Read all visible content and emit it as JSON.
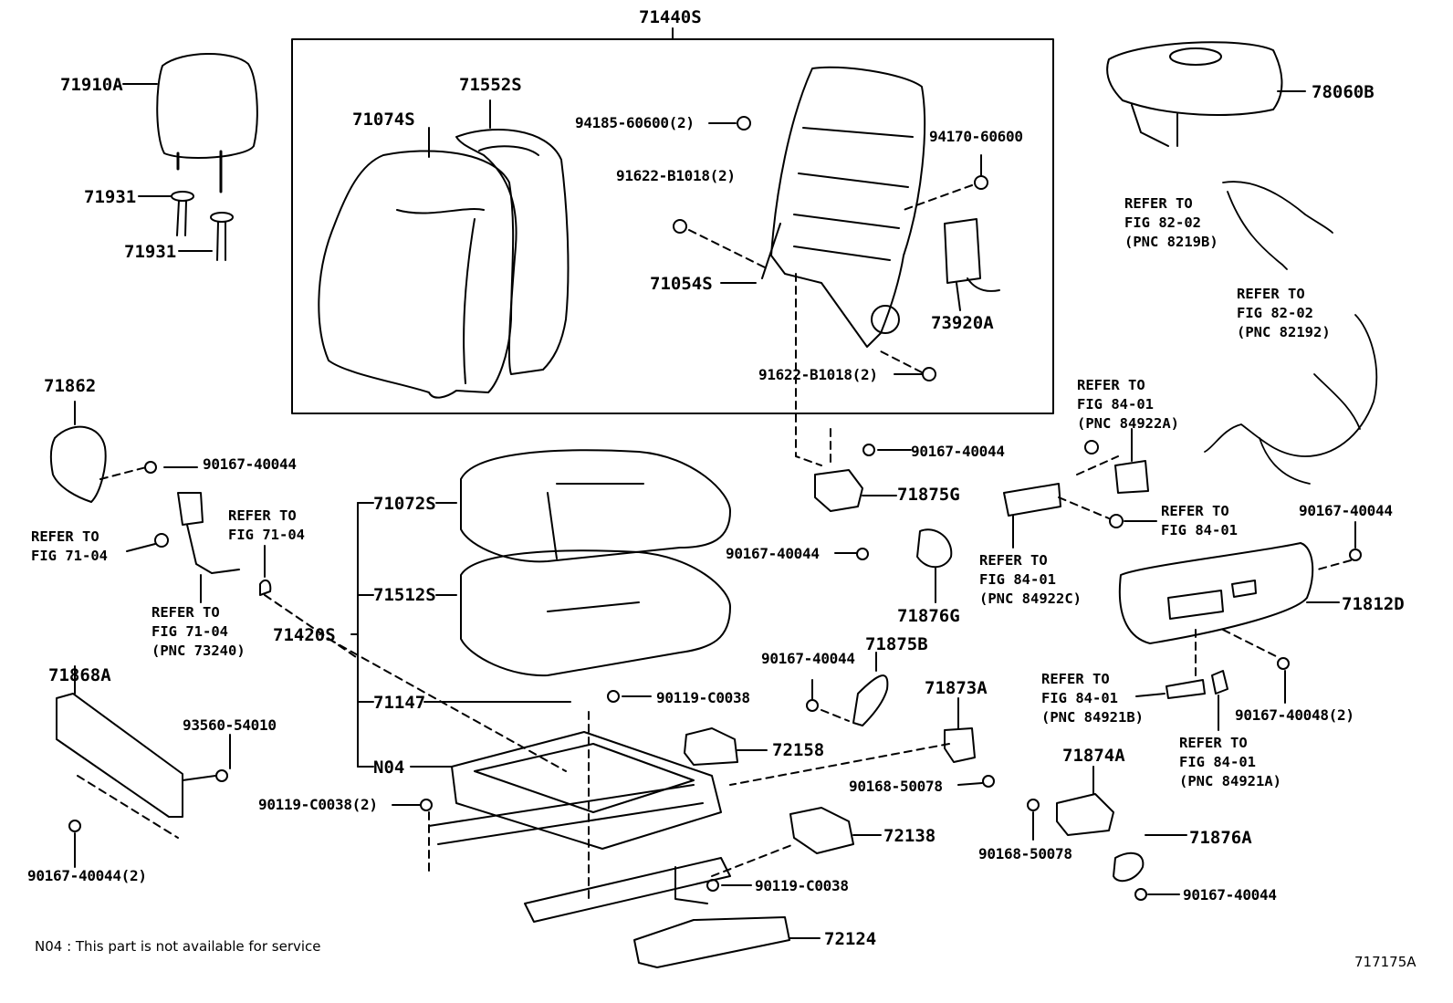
{
  "parts": {
    "p71440s": "71440S",
    "p71910a": "71910A",
    "p71931a": "71931",
    "p71931b": "71931",
    "p71552s": "71552S",
    "p71074s": "71074S",
    "p94185": "94185-60600(2)",
    "p94170": "94170-60600",
    "p91622a": "91622-B1018(2)",
    "p71054s": "71054S",
    "p73920a": "73920A",
    "p91622b": "91622-B1018(2)",
    "p78060b": "78060B",
    "p71862": "71862",
    "p90167_a": "90167-40044",
    "p90167_b": "90167-40044",
    "p71875g": "71875G",
    "p71072s": "71072S",
    "p71512s": "71512S",
    "p71420s": "71420S",
    "p71147": "71147",
    "pN04": "N04",
    "p90167_c": "90167-40044",
    "p71876g": "71876G",
    "p90167_d": "90167-40044",
    "p71812d": "71812D",
    "p71875b": "71875B",
    "p90167_e": "90167-40044",
    "p90119_a": "90119-C0038",
    "p71873a": "71873A",
    "p72158": "72158",
    "p90168_a": "90168-50078",
    "p90167_48": "90167-40048(2)",
    "p71868a": "71868A",
    "p93560": "93560-54010",
    "p90119_b": "90119-C0038(2)",
    "p71874a": "71874A",
    "p72138": "72138",
    "p90168_b": "90168-50078",
    "p71876a": "71876A",
    "p90119_c": "90119-C0038",
    "p90167_f": "90167-40044",
    "p90167_g": "90167-40044(2)",
    "p72124": "72124"
  },
  "refs": {
    "r8219b": [
      "REFER TO",
      "FIG 82-02",
      "(PNC 8219B)"
    ],
    "r82192": [
      "REFER TO",
      "FIG 82-02",
      "(PNC 82192)"
    ],
    "r84922a": [
      "REFER TO",
      "FIG 84-01",
      "(PNC 84922A)"
    ],
    "r8401": [
      "REFER TO",
      "FIG 84-01"
    ],
    "r84922c": [
      "REFER TO",
      "FIG 84-01",
      "(PNC 84922C)"
    ],
    "r7104a": [
      "REFER TO",
      "FIG 71-04"
    ],
    "r7104b": [
      "REFER TO",
      "FIG 71-04"
    ],
    "r73240": [
      "REFER TO",
      "FIG 71-04",
      "(PNC 73240)"
    ],
    "r84921b": [
      "REFER TO",
      "FIG 84-01",
      "(PNC 84921B)"
    ],
    "r84921a": [
      "REFER TO",
      "FIG 84-01",
      "(PNC 84921A)"
    ]
  },
  "footnote": "N04 : This part is not available for service",
  "figure_id": "717175A"
}
